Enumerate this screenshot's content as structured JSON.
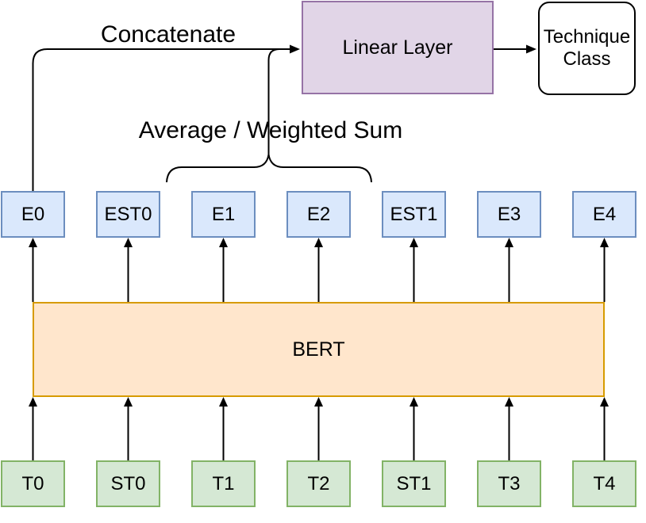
{
  "labels": {
    "concatenate": "Concatenate",
    "aggregation": "Average / Weighted Sum"
  },
  "nodes": {
    "bert": "BERT",
    "linear_layer": "Linear Layer",
    "technique_class": "Technique Class"
  },
  "embeddings": [
    "E0",
    "EST0",
    "E1",
    "E2",
    "EST1",
    "E3",
    "E4"
  ],
  "tokens": [
    "T0",
    "ST0",
    "T1",
    "T2",
    "ST1",
    "T3",
    "T4"
  ],
  "colors": {
    "embedding_fill": "#DAE8FC",
    "embedding_stroke": "#6C8EBF",
    "token_fill": "#D5E8D4",
    "token_stroke": "#82B366",
    "bert_fill": "#FFE6CC",
    "bert_stroke": "#D79B00",
    "linear_layer_fill": "#E1D5E7",
    "linear_layer_stroke": "#9673A6",
    "technique_class_fill": "#FFFFFF",
    "technique_class_stroke": "#000000",
    "connector": "#000000"
  }
}
